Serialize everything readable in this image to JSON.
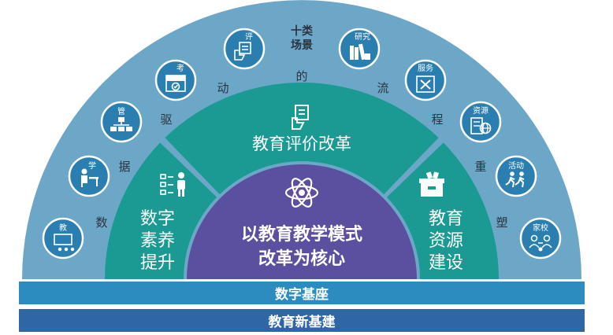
{
  "outer_ring": {
    "title_line1": "十类",
    "title_line2": "场景",
    "arc_chars": [
      "数",
      "据",
      "驱",
      "动",
      "的",
      "流",
      "程",
      "重",
      "塑"
    ],
    "scenes": [
      {
        "label": "教",
        "icon": "teaching-presentation-icon"
      },
      {
        "label": "学",
        "icon": "student-desk-icon"
      },
      {
        "label": "管",
        "icon": "org-chart-icon"
      },
      {
        "label": "考",
        "icon": "exam-icon"
      },
      {
        "label": "评",
        "icon": "evaluation-clipboard-icon"
      },
      {
        "label": "研究",
        "icon": "research-books-icon"
      },
      {
        "label": "服务",
        "icon": "service-tools-icon"
      },
      {
        "label": "资源",
        "icon": "resource-globe-icon"
      },
      {
        "label": "活动",
        "icon": "running-people-icon"
      },
      {
        "label": "家校",
        "icon": "family-school-icon"
      }
    ]
  },
  "middle_ring": {
    "left": {
      "lines": [
        "数字",
        "素养",
        "提升"
      ],
      "icon": "checklist-person-icon"
    },
    "top": {
      "text": "教育评价改革",
      "icon": "evaluation-hand-icon"
    },
    "right": {
      "lines": [
        "教育",
        "资源",
        "建设"
      ],
      "icon": "resource-box-icon"
    }
  },
  "core": {
    "line1": "以教育教学模式",
    "line2": "改革为核心",
    "icon": "atom-icon"
  },
  "bars": {
    "top": "数字基座",
    "bottom": "教育新基建"
  },
  "colors": {
    "outer": "#6da7c7",
    "middle": "#1b9a93",
    "core": "#5b4fa0",
    "bar_top": "#2c8cc0",
    "bar_bottom": "#2f66a4",
    "circle": "#2a7fb0"
  }
}
